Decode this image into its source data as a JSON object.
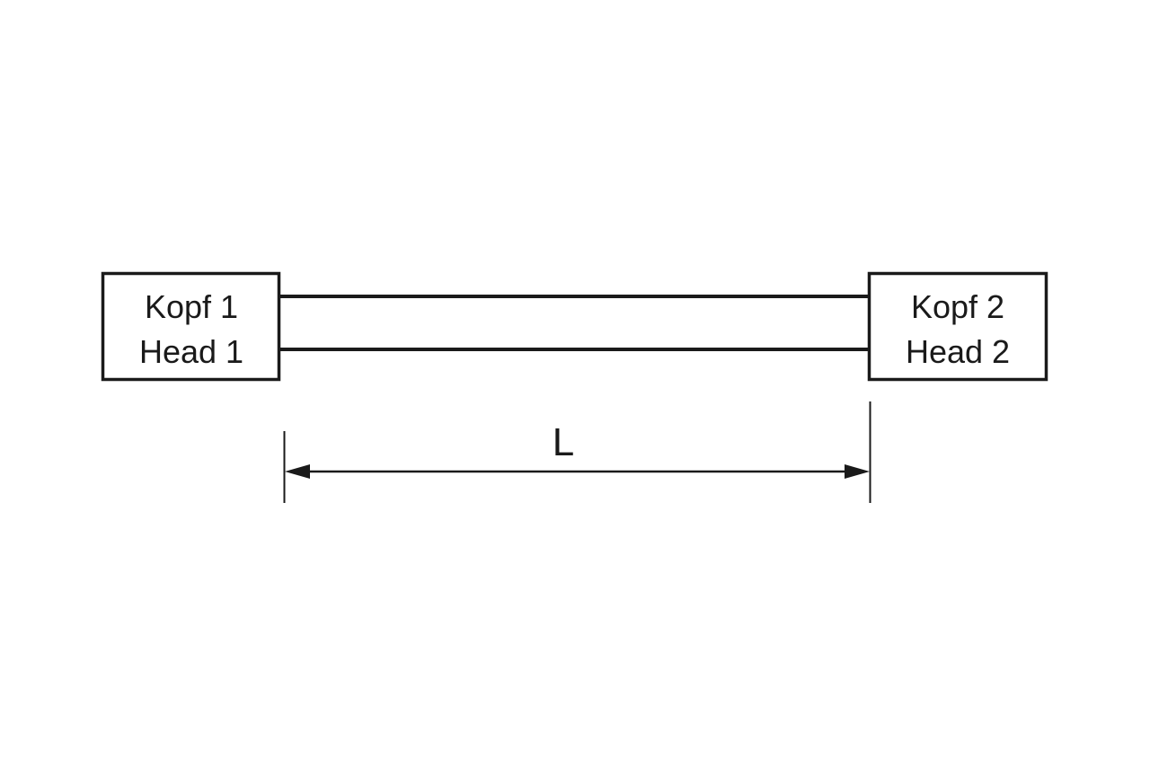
{
  "colors": {
    "line": "#1a1a1a",
    "background": "#ffffff"
  },
  "head_1": {
    "line_1": "Kopf 1",
    "line_2": "Head 1"
  },
  "head_2": {
    "line_1": "Kopf 2",
    "line_2": "Head 2"
  },
  "dimension": {
    "label": "L"
  }
}
